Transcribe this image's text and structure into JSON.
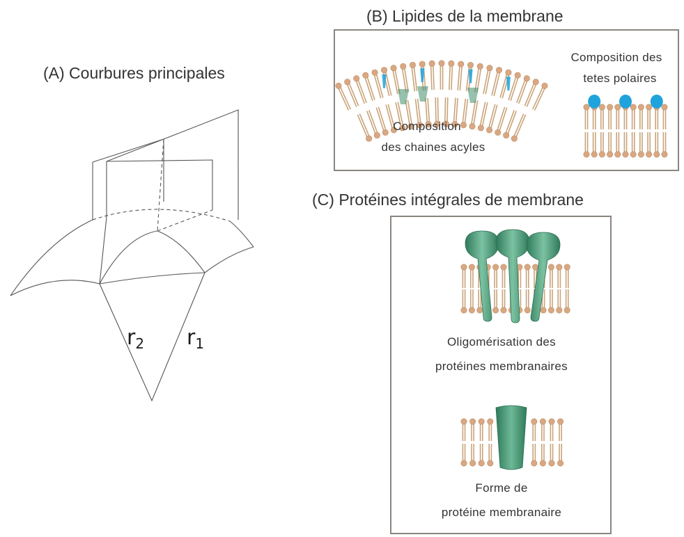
{
  "panel_a": {
    "title": "(A) Courbures principales",
    "r2_base": "r",
    "r2_sub": "2",
    "r1_base": "r",
    "r1_sub": "1"
  },
  "panel_b": {
    "title": "(B) Lipides de la membrane",
    "left_caption_line1": "Composition",
    "left_caption_line2": "des chaines acyles",
    "right_caption_line1": "Composition des",
    "right_caption_line2": "tetes polaires"
  },
  "panel_c": {
    "title": "(C) Protéines intégrales de membrane",
    "top_caption_line1": "Oligomérisation des",
    "top_caption_line2": "protéines membranaires",
    "bottom_caption_line1": "Forme de",
    "bottom_caption_line2": "protéine membranaire"
  },
  "colors": {
    "head": "#d9a882",
    "tail": "#c9a47a",
    "polar_blue": "#1fa3dc",
    "protein_green": "#3f8e6c",
    "box_border": "#8a8580",
    "line": "#555555"
  }
}
